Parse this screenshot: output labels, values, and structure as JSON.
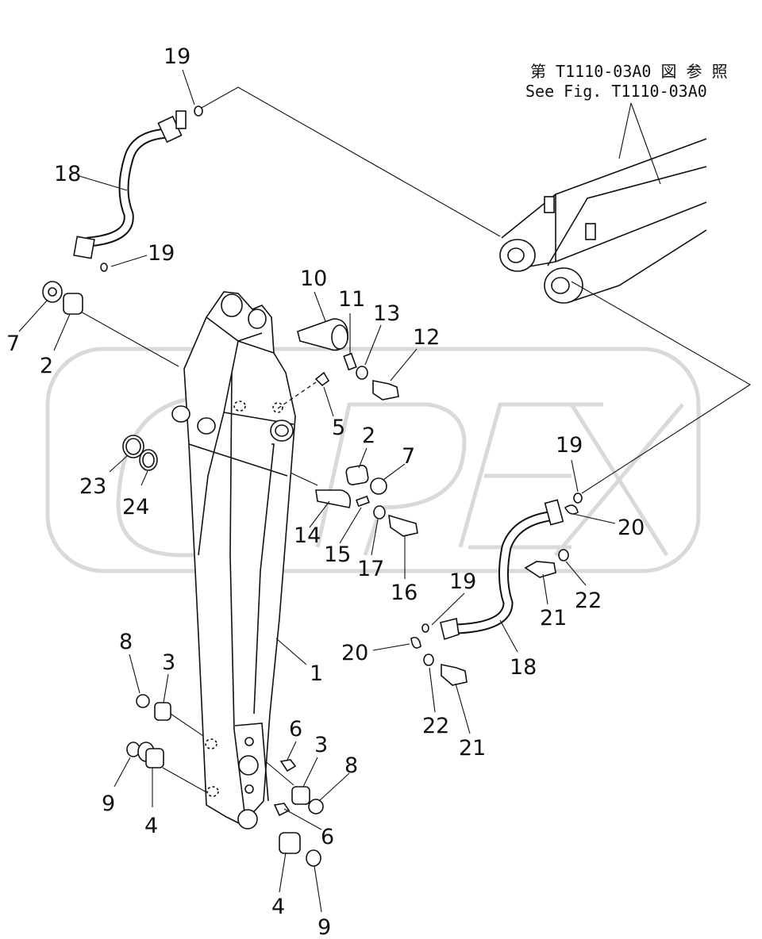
{
  "reference": {
    "line1": "第 T1110-03A0 図 参 照",
    "line2": "See Fig. T1110-03A0"
  },
  "labels": {
    "l1": "1",
    "l2a": "2",
    "l2b": "2",
    "l3a": "3",
    "l3b": "3",
    "l4a": "4",
    "l4b": "4",
    "l5": "5",
    "l6a": "6",
    "l6b": "6",
    "l7a": "7",
    "l7b": "7",
    "l8a": "8",
    "l8b": "8",
    "l9a": "9",
    "l9b": "9",
    "l10": "10",
    "l11": "11",
    "l12": "12",
    "l13": "13",
    "l14": "14",
    "l15": "15",
    "l16": "16",
    "l17": "17",
    "l18a": "18",
    "l18b": "18",
    "l19a": "19",
    "l19b": "19",
    "l19c": "19",
    "l19d": "19",
    "l20a": "20",
    "l20b": "20",
    "l21a": "21",
    "l21b": "21",
    "l22a": "22",
    "l22b": "22",
    "l23": "23",
    "l24": "24"
  }
}
